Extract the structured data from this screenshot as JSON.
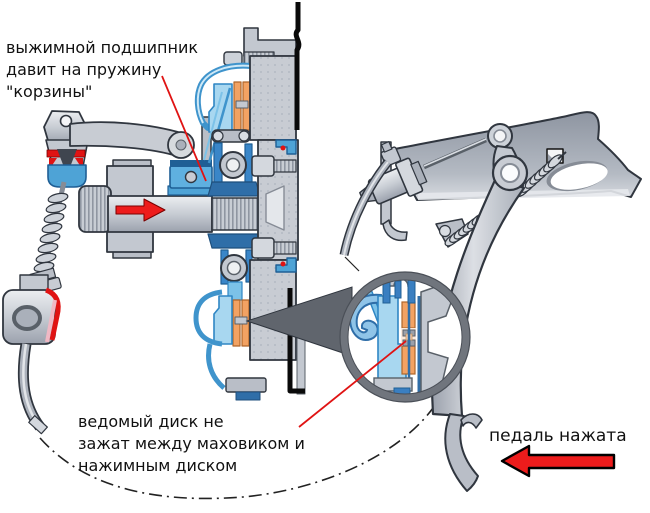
{
  "diagram": {
    "kind": "clutch hydraulic drive schematic, pedal pressed state",
    "labels": {
      "release_bearing": {
        "lines": [
          "выжимной подшипник",
          "давит на пружину",
          "\"корзины\""
        ]
      },
      "driven_disc": {
        "lines": [
          "ведомый диск не",
          "зажат между маховиком и",
          "нажимным диском"
        ]
      },
      "pedal_state": {
        "text": "педаль нажата"
      }
    },
    "colors": {
      "background": "#ffffff",
      "text": "#111111",
      "leader_red": "#e01313",
      "arrow_red": "#ed1c1c",
      "part_blue": "#4ea3d6",
      "part_dark_blue": "#1f5f95",
      "part_light_blue": "#a8d7f0",
      "friction_lining_orange": "#f2a263",
      "metal_gray": "#c3c8d0",
      "outline": "#30363f"
    }
  }
}
